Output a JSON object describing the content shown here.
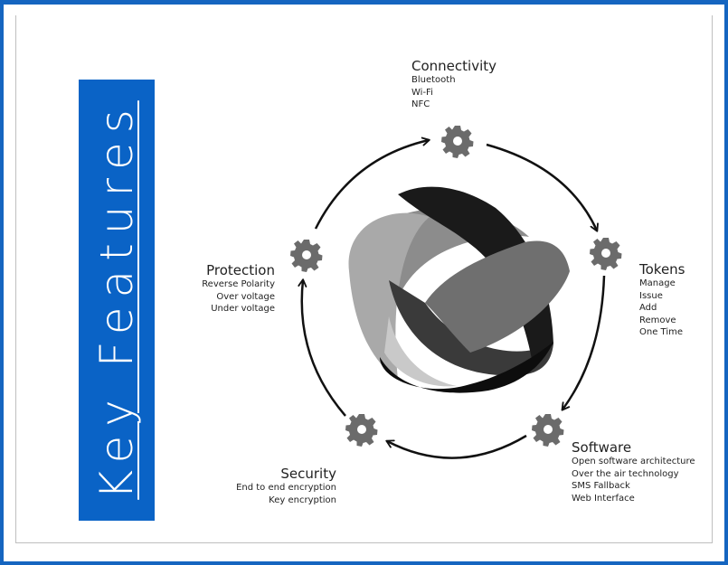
{
  "title": "Key Features",
  "colors": {
    "border": "#1565c0",
    "banner": "#0a63c6",
    "gear": "#6b6b6b",
    "arrow": "#111111"
  },
  "features": [
    {
      "name": "Connectivity",
      "items": [
        "Bluetooth",
        "Wi-Fi",
        "NFC"
      ]
    },
    {
      "name": "Tokens",
      "items": [
        "Manage",
        "Issue",
        "Add",
        "Remove",
        "One Time"
      ]
    },
    {
      "name": "Software",
      "items": [
        "Open software architecture",
        "Over the air technology",
        "SMS Fallback",
        "Web Interface"
      ]
    },
    {
      "name": "Security",
      "items": [
        "End to end encryption",
        "Key encryption"
      ]
    },
    {
      "name": "Protection",
      "items": [
        "Reverse Polarity",
        "Over voltage",
        "Under voltage"
      ]
    }
  ],
  "icons": {
    "node": "gear-icon",
    "connector": "curved-arrow",
    "center": "interlocking-bands-logo"
  }
}
